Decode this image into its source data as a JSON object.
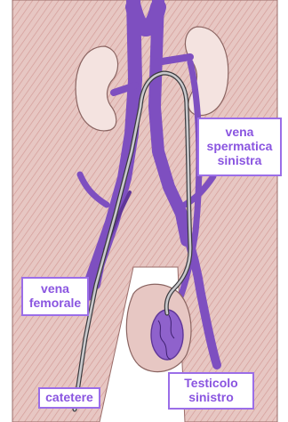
{
  "labels": {
    "spermatic_vein": "vena\nspermatica\nsinistra",
    "femoral_vein": "vena\nfemorale",
    "catheter": "catetere",
    "testicle": "Testicolo\nsinistro"
  },
  "colors": {
    "skin": "#e7c7c3",
    "skin_hatch": "#d49c98",
    "vein": "#7e4fc0",
    "vein_dark": "#5f3698",
    "catheter": "#c9c9cc",
    "kidney": "#f4e3e0",
    "label_border": "#9b6ee8",
    "label_text": "#8a55e0"
  }
}
